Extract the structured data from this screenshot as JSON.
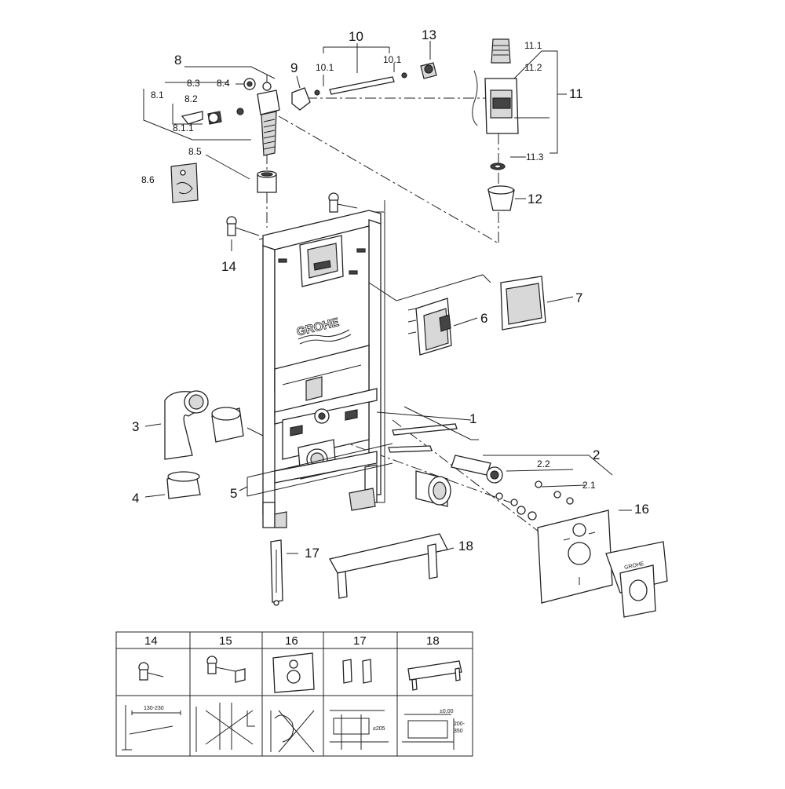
{
  "brand": "GROHE",
  "callouts": {
    "c1": "1",
    "c2": "2",
    "c2_1": "2.1",
    "c2_2": "2.2",
    "c3": "3",
    "c4": "4",
    "c5": "5",
    "c6": "6",
    "c7": "7",
    "c8": "8",
    "c8_1": "8.1",
    "c8_1_1": "8.1.1",
    "c8_2": "8.2",
    "c8_3": "8.3",
    "c8_4": "8.4",
    "c8_5": "8.5",
    "c8_6": "8.6",
    "c9": "9",
    "c10": "10",
    "c10_1a": "10.1",
    "c10_1b": "10.1",
    "c11": "11",
    "c11_1": "11.1",
    "c11_2": "11.2",
    "c11_3": "11.3",
    "c12": "12",
    "c13": "13",
    "c14": "14",
    "c16": "16",
    "c17": "17",
    "c18": "18"
  },
  "table": {
    "columns": [
      "14",
      "15",
      "16",
      "17",
      "18"
    ],
    "dims": {
      "d14": "130-230",
      "d17": "≤205",
      "d18_top": "±0.00",
      "d18_range": "200-",
      "d18_range2": "350"
    }
  }
}
